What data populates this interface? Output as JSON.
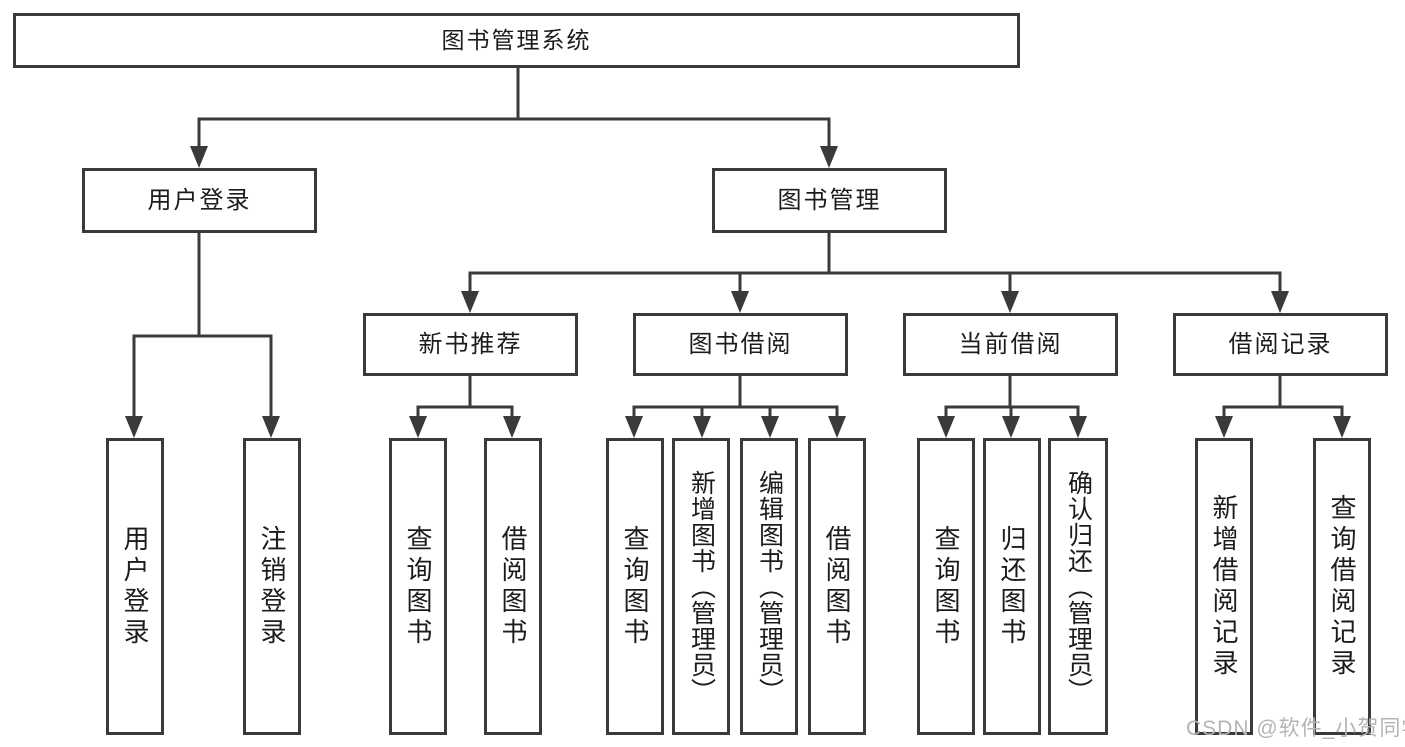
{
  "tree": {
    "label": "图书管理系统",
    "children": [
      {
        "label": "用户登录",
        "children": [
          {
            "label": "用户登录"
          },
          {
            "label": "注销登录"
          }
        ]
      },
      {
        "label": "图书管理",
        "children": [
          {
            "label": "新书推荐",
            "children": [
              {
                "label": "查询图书"
              },
              {
                "label": "借阅图书"
              }
            ]
          },
          {
            "label": "图书借阅",
            "children": [
              {
                "label": "查询图书"
              },
              {
                "label": "新增图书（管理员）"
              },
              {
                "label": "编辑图书（管理员）"
              },
              {
                "label": "借阅图书"
              }
            ]
          },
          {
            "label": "当前借阅",
            "children": [
              {
                "label": "查询图书"
              },
              {
                "label": "归还图书"
              },
              {
                "label": "确认归还（管理员）"
              }
            ]
          },
          {
            "label": "借阅记录",
            "children": [
              {
                "label": "新增借阅记录"
              },
              {
                "label": "查询借阅记录"
              }
            ]
          }
        ]
      }
    ]
  },
  "watermark": "CSDN @软件_小贺同学",
  "colors": {
    "line": "#3a3a3a",
    "box_border": "#3a3a3a",
    "text": "#1c1c1c",
    "watermark": "#b4b4b4",
    "background": "#ffffff"
  }
}
